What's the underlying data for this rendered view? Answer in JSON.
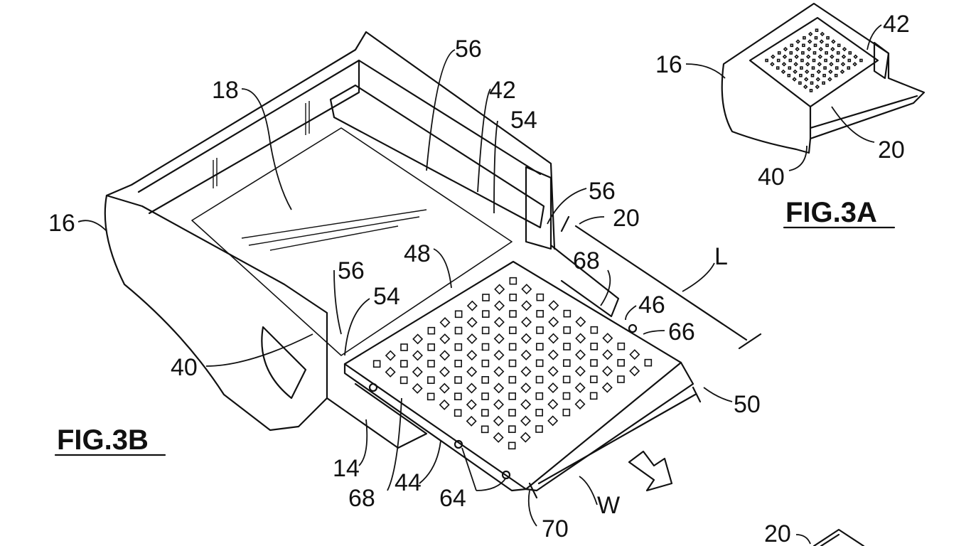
{
  "figures": {
    "fig3b": {
      "title": "FIG.3B",
      "labels": {
        "n56a": "56",
        "n18": "18",
        "n42": "42",
        "n54a": "54",
        "n16": "16",
        "n56b": "56",
        "n20": "20",
        "n48": "48",
        "n68a": "68",
        "nL": "L",
        "n56c": "56",
        "n54b": "54",
        "n46": "46",
        "n66": "66",
        "n40": "40",
        "n50": "50",
        "n14": "14",
        "n44": "44",
        "n64": "64",
        "n68b": "68",
        "n70": "70",
        "nW": "W"
      }
    },
    "fig3a": {
      "title": "FIG.3A",
      "labels": {
        "n16": "16",
        "n42": "42",
        "n20": "20",
        "n40": "40"
      }
    },
    "partial": {
      "labels": {
        "n20": "20"
      }
    }
  },
  "colors": {
    "ink": "#111111",
    "paper": "#ffffff"
  }
}
